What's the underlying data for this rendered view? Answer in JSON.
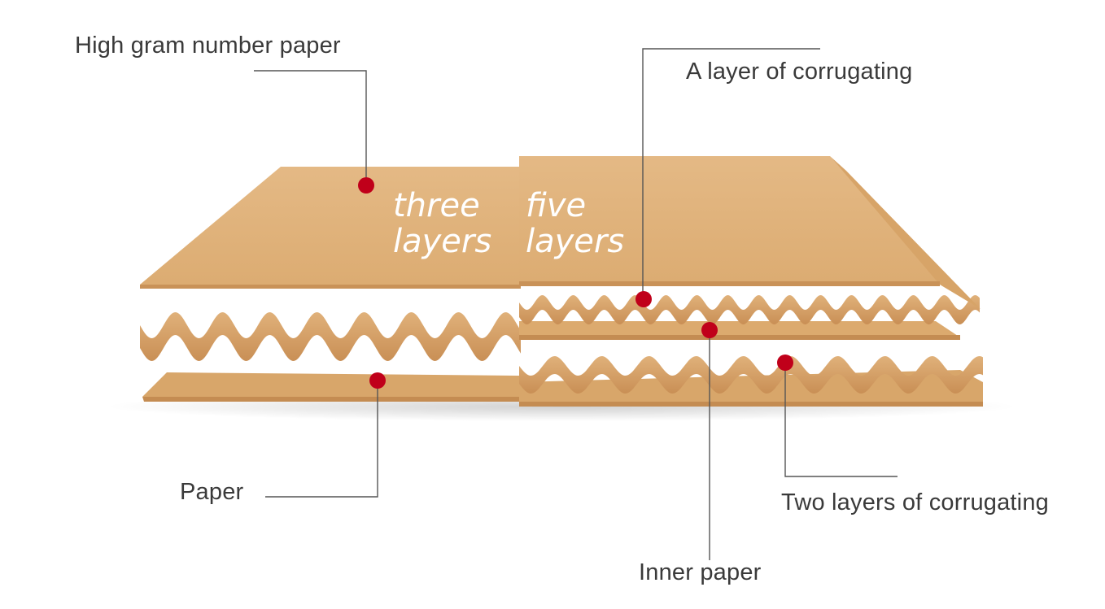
{
  "labels": {
    "top_left": "High gram number paper",
    "top_right": "A layer of corrugating",
    "bottom_left": "Paper",
    "bottom_right": "Two layers of corrugating",
    "bottom_center": "Inner paper"
  },
  "board_text": {
    "three": "three",
    "five": "five",
    "layers_left": "layers",
    "layers_right": "layers"
  },
  "colors": {
    "kraft_light": "#e2b57d",
    "kraft_mid": "#d9a76c",
    "kraft_dark": "#c48c52",
    "marker": "#c0001a",
    "leader_line": "#555555"
  }
}
